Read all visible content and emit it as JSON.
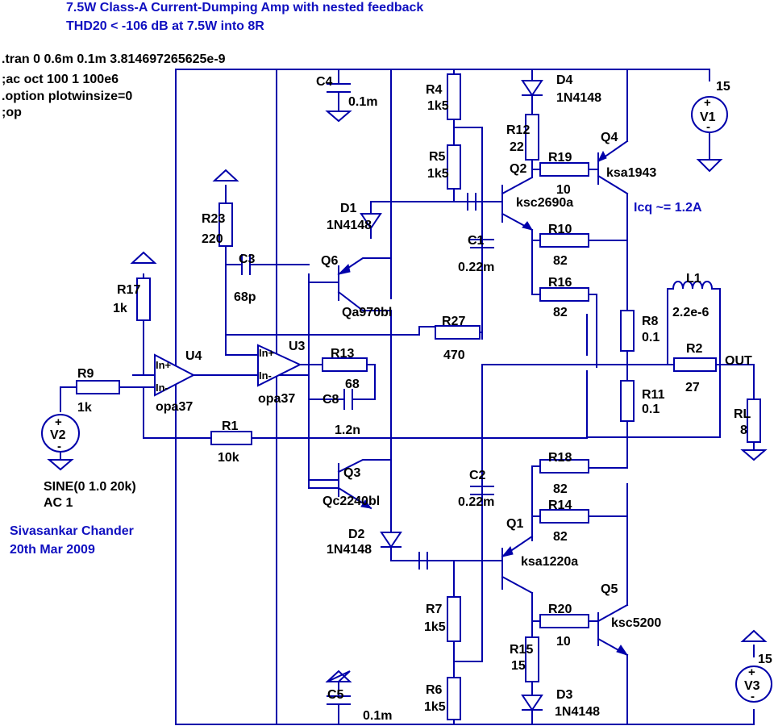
{
  "header": {
    "title_line1": "7.5W Class-A Current-Dumping Amp with nested feedback",
    "title_line2": "THD20  < -106 dB at 7.5W into 8R"
  },
  "directives": [
    ".tran 0 0.6m 0.1m 3.814697265625e-9",
    ";ac oct 100 1 100e6",
    ".option plotwinsize=0",
    ";op"
  ],
  "author": {
    "name": "Sivasankar Chander",
    "date": "20th Mar 2009"
  },
  "annotation_icq": "Icq ~= 1.2A",
  "opamp_pins": {
    "in_plus": "In+",
    "in_minus": "In-",
    "plus": "+",
    "minus": "-"
  },
  "components": {
    "R4": {
      "name": "R4",
      "value": "1k5"
    },
    "R5": {
      "name": "R5",
      "value": "1k5"
    },
    "R12": {
      "name": "R12",
      "value": "22"
    },
    "R19": {
      "name": "R19",
      "value": "10"
    },
    "R10": {
      "name": "R10",
      "value": "82"
    },
    "R16": {
      "name": "R16",
      "value": "82"
    },
    "R23": {
      "name": "R23",
      "value": "220"
    },
    "R17": {
      "name": "R17",
      "value": "1k"
    },
    "R9": {
      "name": "R9",
      "value": "1k"
    },
    "R27": {
      "name": "R27",
      "value": "470"
    },
    "R13": {
      "name": "R13",
      "value": "68"
    },
    "R1": {
      "name": "R1",
      "value": "10k"
    },
    "R8": {
      "name": "R8",
      "value": "0.1"
    },
    "R11": {
      "name": "R11",
      "value": "0.1"
    },
    "R2": {
      "name": "R2",
      "value": "27"
    },
    "RL": {
      "name": "RL",
      "value": "8"
    },
    "R18": {
      "name": "R18",
      "value": "82"
    },
    "R14": {
      "name": "R14",
      "value": "82"
    },
    "R20": {
      "name": "R20",
      "value": "10"
    },
    "R15": {
      "name": "R15",
      "value": "15"
    },
    "R7": {
      "name": "R7",
      "value": "1k5"
    },
    "R6": {
      "name": "R6",
      "value": "1k5"
    },
    "C4": {
      "name": "C4",
      "value": "0.1m"
    },
    "C3": {
      "name": "C3",
      "value": "68p"
    },
    "C1": {
      "name": "C1",
      "value": "0.22m"
    },
    "C8": {
      "name": "C8",
      "value": "1.2n"
    },
    "C2": {
      "name": "C2",
      "value": "0.22m"
    },
    "C5": {
      "name": "C5",
      "value": "0.1m"
    },
    "D1": {
      "name": "D1",
      "value": "1N4148"
    },
    "D2": {
      "name": "D2",
      "value": "1N4148"
    },
    "D3": {
      "name": "D3",
      "value": "1N4148"
    },
    "D4": {
      "name": "D4",
      "value": "1N4148"
    },
    "Q1": {
      "name": "Q1",
      "value": "ksa1220a"
    },
    "Q2": {
      "name": "Q2",
      "value": "ksc2690a"
    },
    "Q3": {
      "name": "Q3",
      "value": "Qc2240bl"
    },
    "Q4": {
      "name": "Q4",
      "value": "ksa1943"
    },
    "Q5": {
      "name": "Q5",
      "value": "ksc5200"
    },
    "Q6": {
      "name": "Q6",
      "value": "Qa970bl"
    },
    "L1": {
      "name": "L1",
      "value": "2.2e-6"
    },
    "U3": {
      "name": "U3",
      "value": "opa37"
    },
    "U4": {
      "name": "U4",
      "value": "opa37"
    },
    "V1": {
      "name": "V1",
      "value": "15"
    },
    "V2": {
      "name": "V2",
      "value": "SINE(0 1.0 20k)",
      "value2": "AC 1"
    },
    "V3": {
      "name": "V3",
      "value": "15"
    }
  },
  "net_out": "OUT"
}
